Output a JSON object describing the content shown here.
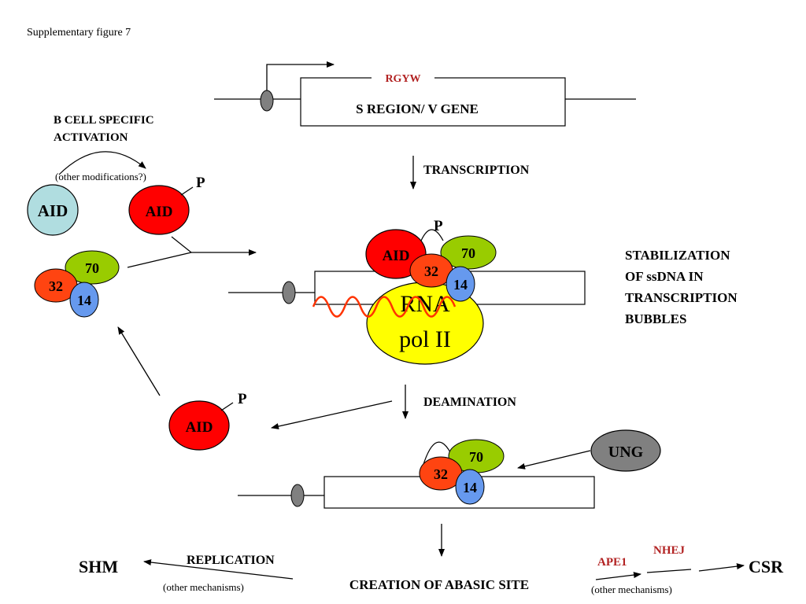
{
  "figure": {
    "caption": "Supplementary figure 7"
  },
  "top_gene": {
    "motif_label": "RGYW",
    "region_label": "S REGION/ V GENE"
  },
  "steps": {
    "transcription": "TRANSCRIPTION",
    "deamination": "DEAMINATION",
    "replication": "REPLICATION",
    "abasic_site": "CREATION OF ABASIC SITE"
  },
  "activation": {
    "title_line1": "B CELL SPECIFIC",
    "title_line2": "ACTIVATION",
    "note": "(other modifications?)"
  },
  "proteins": {
    "aid": "AID",
    "phospho": "P",
    "rpa70": "70",
    "rpa32": "32",
    "rpa14": "14",
    "rna_pol_line1": "RNA",
    "rna_pol_line2": "pol II",
    "ung": "UNG"
  },
  "stabilization": {
    "line1": "STABILIZATION",
    "line2": "OF ssDNA IN",
    "line3": "TRANSCRIPTION",
    "line4": "BUBBLES"
  },
  "outcomes": {
    "shm": "SHM",
    "csr": "CSR",
    "other_mechanisms_left": "(other mechanisms)",
    "other_mechanisms_right": "(other mechanisms)",
    "ape1": "APE1",
    "nhej": "NHEJ"
  },
  "colors": {
    "red_label": "#b22222",
    "aid_red": "#ff0000",
    "aid_inactive": "#b0dde0",
    "rpa70": "#99cc00",
    "rpa32": "#ff4411",
    "rpa14": "#6699ee",
    "rna_pol": "#ffff00",
    "ung": "#808080",
    "promoter": "#808080",
    "transcript_wave": "#ff3300"
  }
}
